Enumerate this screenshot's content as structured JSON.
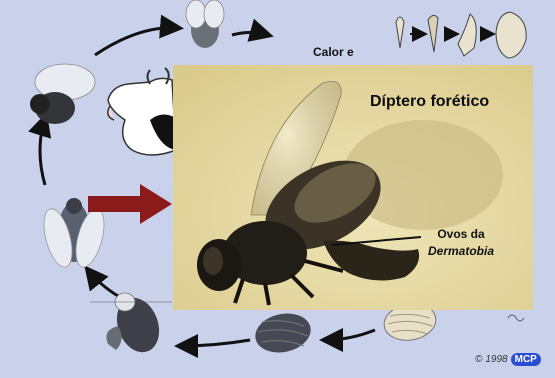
{
  "slide": {
    "top_caption": "Calor e",
    "photo_title": "Díptero forético",
    "label_line1": "Ovos da",
    "label_line2": "Dermatobia",
    "copyright_symbol": "©",
    "copyright_year": "1998",
    "copyright_badge": "MCP"
  },
  "colors": {
    "background": "#c9d2ea",
    "photo_background": "#e8dca4",
    "red_arrow": "#8b1a1a",
    "cycle_arrow": "#111111",
    "badge": "#2b4dd2"
  },
  "icons": [
    "fly-icon",
    "cow-icon",
    "larva-icon",
    "pupa-icon",
    "egg-icon",
    "red-arrow-icon"
  ]
}
